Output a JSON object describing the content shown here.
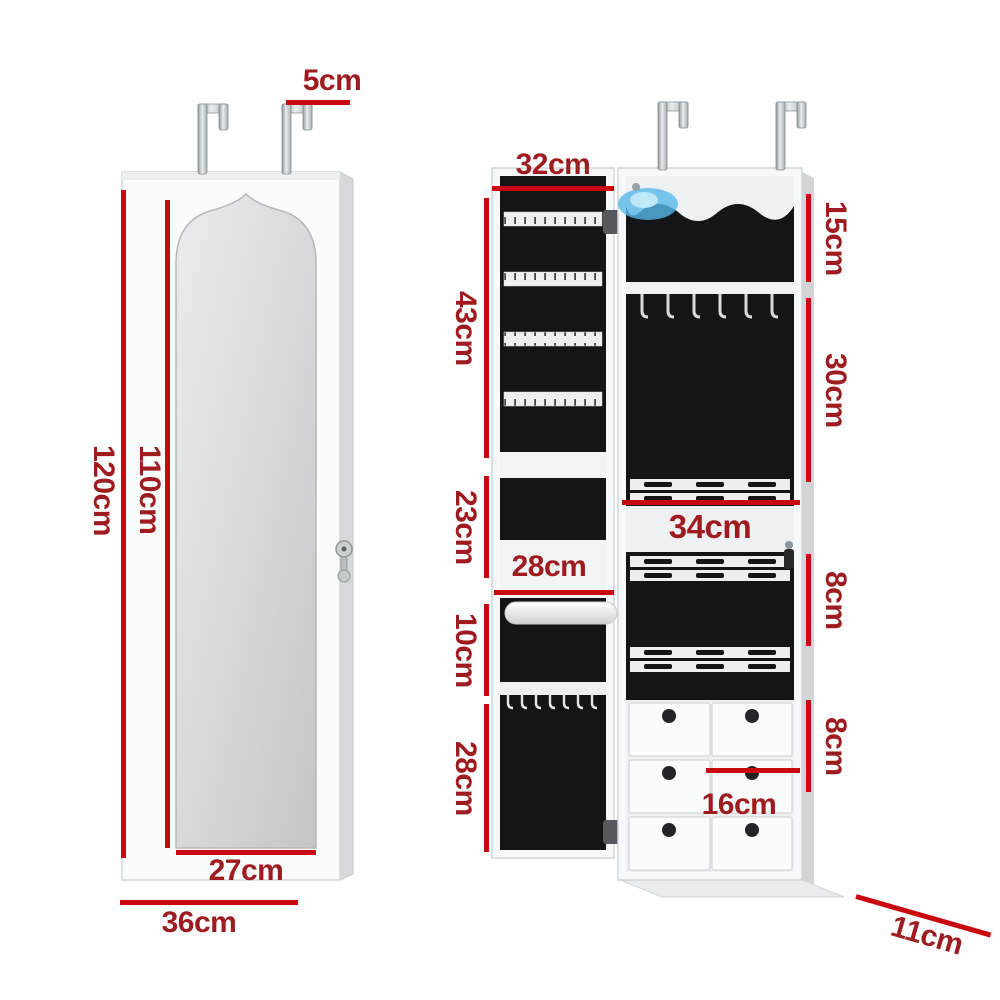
{
  "diagram": {
    "type": "product-dimension-diagram",
    "product": "over-door mirror jewellery cabinet, closed and open views",
    "colors": {
      "dimension_text": "#9e1b1f",
      "dimension_line": "#c9090f",
      "led_glow": "#58b8e9",
      "interior_black": "#141517",
      "cabinet_white": "#f7f8f9"
    },
    "closed_view": {
      "hook_side": "5cm",
      "overall_height": "120cm",
      "mirror_height": "110cm",
      "mirror_width": "27cm",
      "cabinet_width": "36cm"
    },
    "open_door": {
      "door_width": "32cm",
      "earring_section_height": "43cm",
      "middle_section_height": "23cm",
      "rod_width": "28cm",
      "hook_row_height": "10cm",
      "lower_section_height": "28cm"
    },
    "cabinet_body": {
      "top_shelf_height": "15cm",
      "hook_section_height": "30cm",
      "interior_width": "34cm",
      "upper_rack_height": "8cm",
      "lower_rack_height": "8cm",
      "drawer_width": "16cm",
      "cabinet_depth": "11cm"
    }
  }
}
